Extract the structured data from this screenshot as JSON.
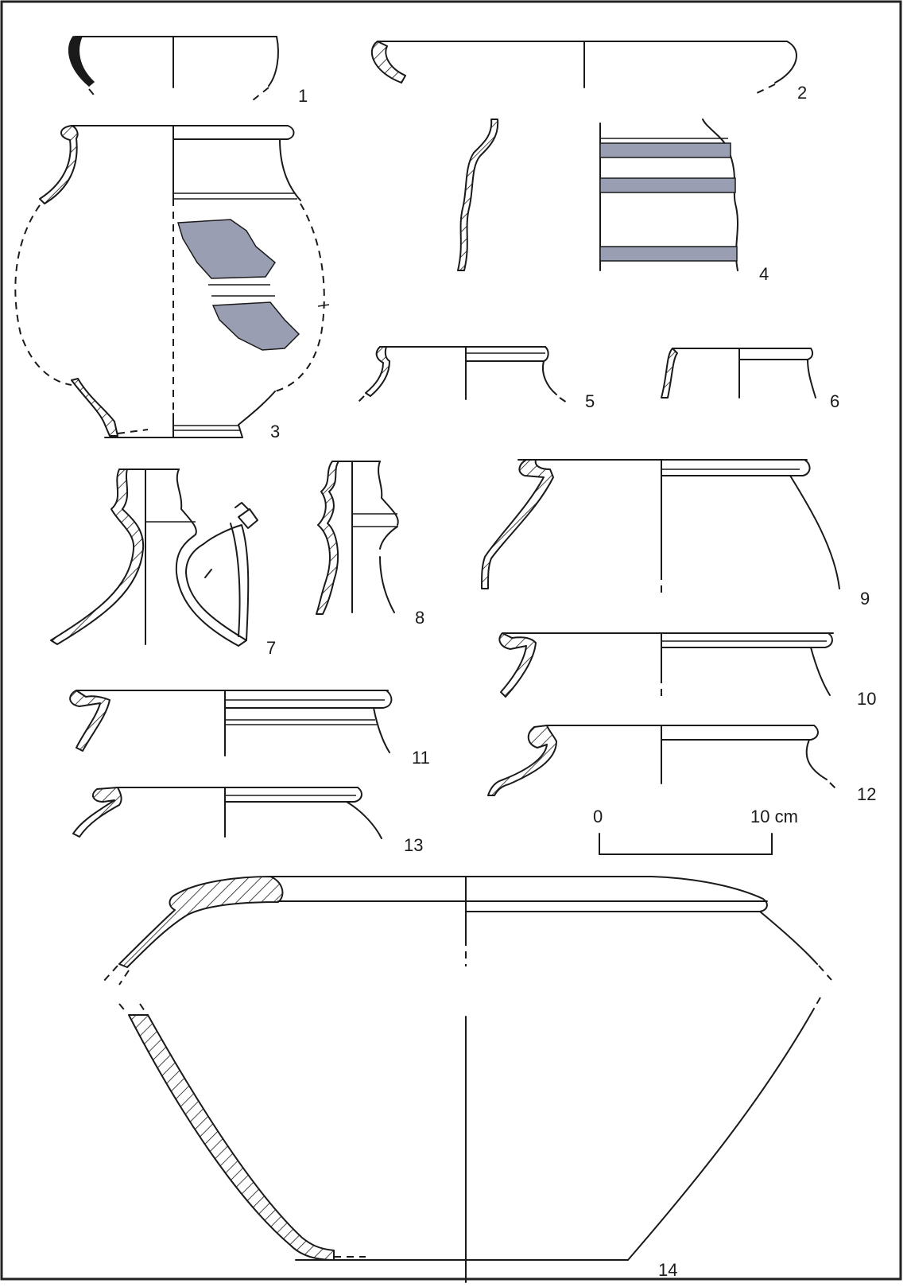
{
  "figure_labels": [
    "1",
    "2",
    "3",
    "4",
    "5",
    "6",
    "7",
    "8",
    "9",
    "10",
    "11",
    "12",
    "13",
    "14"
  ],
  "scale_bar": {
    "start": "0",
    "end": "10 cm"
  },
  "colors": {
    "paint": "#9a9eb2",
    "ink": "#1a1a1a",
    "border": "#222222"
  }
}
